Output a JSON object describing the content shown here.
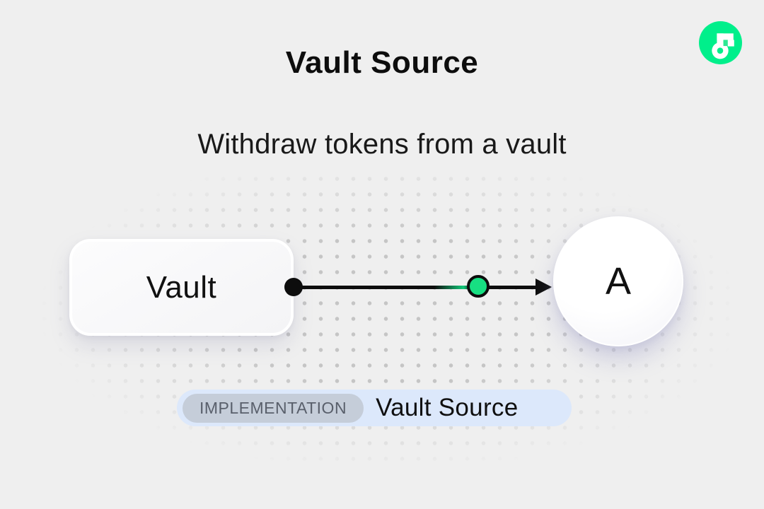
{
  "header": {
    "title": "Vault Source",
    "subtitle": "Withdraw tokens from a vault"
  },
  "logo": {
    "icon": "flow-logo",
    "color": "#00ef8b"
  },
  "diagram": {
    "vault_node": {
      "label": "Vault"
    },
    "target_node": {
      "label": "A"
    },
    "edge": {
      "from": "Vault",
      "to": "A",
      "marker_color": "#17df82",
      "line_color": "#0d0d0d"
    }
  },
  "badge": {
    "tag": "IMPLEMENTATION",
    "label": "Vault Source"
  },
  "colors": {
    "background": "#efefef",
    "dot_grid": "#c5c5c5",
    "flow_green": "#00ef8b",
    "marker_green": "#17df82",
    "badge_bg": "#dce8fb",
    "tag_bg": "#c5cdd9",
    "tag_text": "#595f6b",
    "ink": "#111111"
  }
}
